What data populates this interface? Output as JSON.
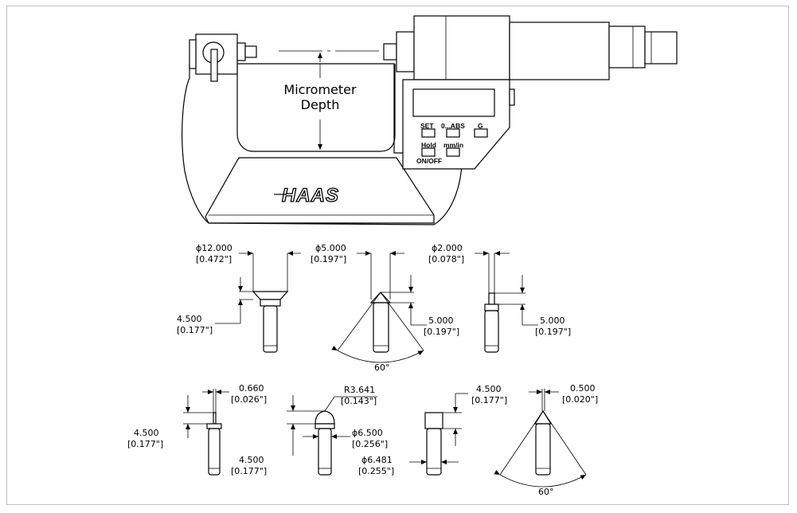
{
  "micrometer": {
    "depth_label_line1": "Micrometer",
    "depth_label_line2": "Depth",
    "logo": "HAAS",
    "buttons": {
      "set": "SET",
      "abs": "0...ABS",
      "mode": "G",
      "hold": "Hold",
      "units": "mm/in",
      "onoff": "ON/OFF"
    }
  },
  "tips": {
    "t1": {
      "dia": "ϕ12.000",
      "dia_in": "[0.472\"]",
      "h": "4.500",
      "h_in": "[0.177\"]"
    },
    "t2": {
      "dia": "ϕ5.000",
      "dia_in": "[0.197\"]",
      "h": "5.000",
      "h_in": "[0.197\"]",
      "angle": "60°"
    },
    "t3": {
      "dia": "ϕ2.000",
      "dia_in": "[0.078\"]",
      "h": "5.000",
      "h_in": "[0.197\"]"
    },
    "t4": {
      "w": "0.660",
      "w_in": "[0.026\"]",
      "h": "4.500",
      "h_in": "[0.177\"]"
    },
    "t5": {
      "r": "R3.641",
      "r_in": "[0.143\"]",
      "dia": "ϕ6.500",
      "dia_in": "[0.256\"]",
      "h": "4.500",
      "h_in": "[0.177\"]"
    },
    "t6": {
      "h": "4.500",
      "h_in": "[0.177\"]",
      "dia": "ϕ6.481",
      "dia_in": "[0.255\"]"
    },
    "t7": {
      "w": "0.500",
      "w_in": "[0.020\"]",
      "angle": "60°"
    }
  }
}
